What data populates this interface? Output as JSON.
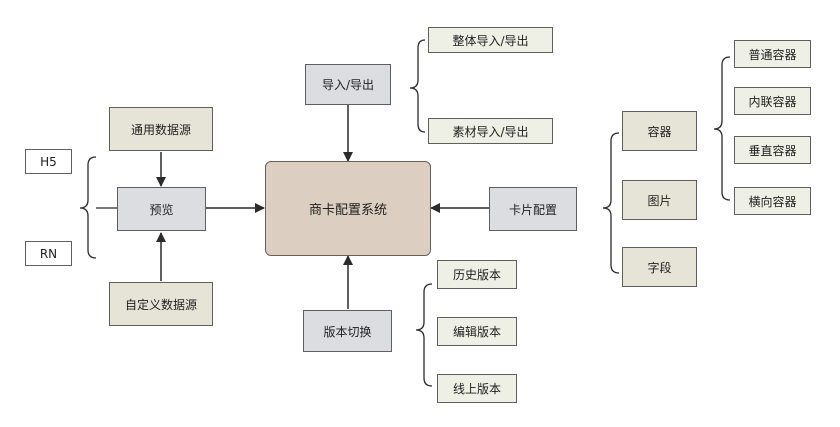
{
  "center": "商卡配置系统",
  "import_export": {
    "label": "导入/导出",
    "children": [
      "整体导入/导出",
      "素材导入/导出"
    ]
  },
  "preview": {
    "label": "预览",
    "platforms": [
      "H5",
      "RN"
    ]
  },
  "general_datasource": "通用数据源",
  "custom_datasource": "自定义数据源",
  "card_config": {
    "label": "卡片配置",
    "children": [
      "容器",
      "图片",
      "字段"
    ]
  },
  "containers": [
    "普通容器",
    "内联容器",
    "垂直容器",
    "横向容器"
  ],
  "version_switch": {
    "label": "版本切换",
    "children": [
      "历史版本",
      "编辑版本",
      "线上版本"
    ]
  },
  "colors": {
    "main_fill": "#dccfc1",
    "gray_fill": "#dcdde0",
    "beige_fill": "#e6e4d6",
    "light_fill": "#eef0e6"
  }
}
